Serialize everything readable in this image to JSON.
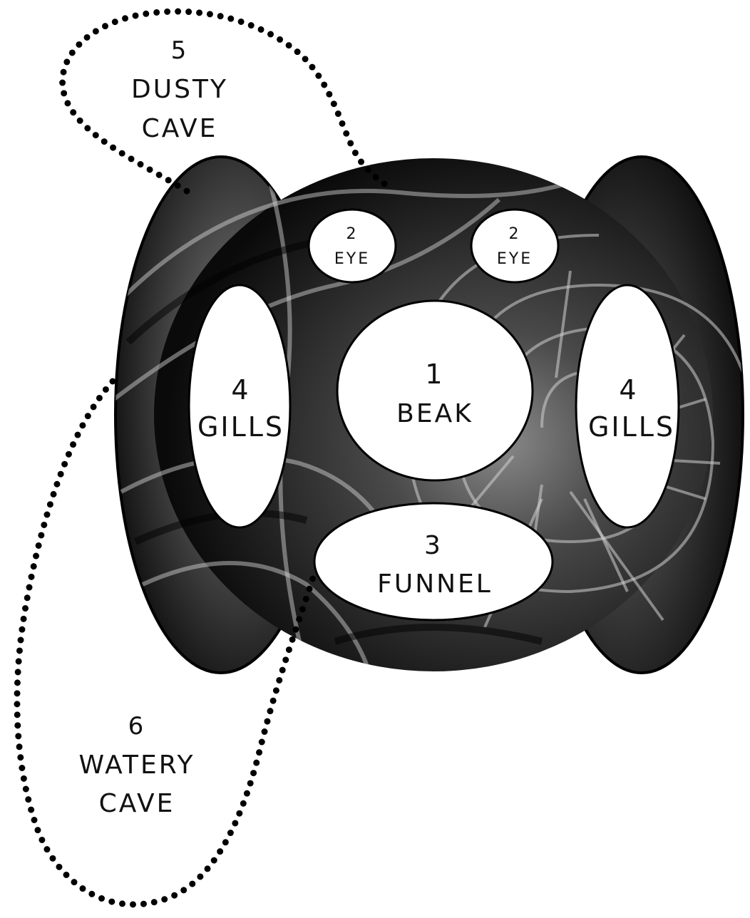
{
  "zones": {
    "beak": {
      "number": "1",
      "label": "BEAK"
    },
    "eye_left": {
      "number": "2",
      "label": "EYE"
    },
    "eye_right": {
      "number": "2",
      "label": "EYE"
    },
    "funnel": {
      "number": "3",
      "label": "FUNNEL"
    },
    "gills_left": {
      "number": "4",
      "label": "GILLS"
    },
    "gills_right": {
      "number": "4",
      "label": "GILLS"
    },
    "dusty_cave": {
      "number": "5",
      "label_line1": "DUSTY",
      "label_line2": "CAVE"
    },
    "watery_cave": {
      "number": "6",
      "label_line1": "WATERY",
      "label_line2": "CAVE"
    }
  },
  "colors": {
    "background": "#ffffff",
    "board_dark": "#1a1a1a",
    "zone_fill": "#ffffff",
    "outline": "#000000"
  }
}
